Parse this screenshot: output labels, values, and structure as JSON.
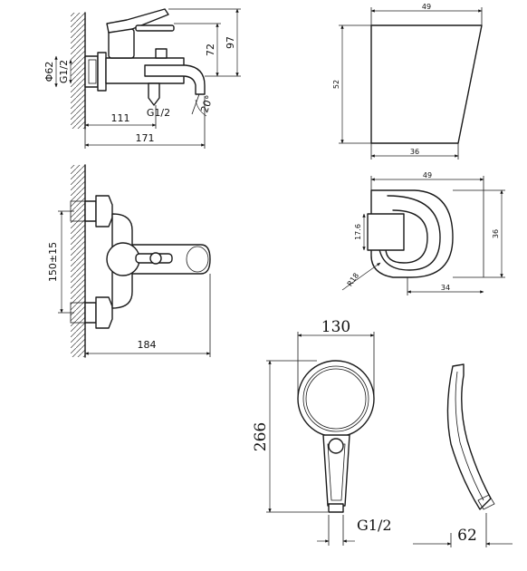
{
  "side_view": {
    "dims": {
      "d62": "Φ62",
      "inlet": "G1/2",
      "outlet": "G1/2",
      "h72": "72",
      "h97": "97",
      "w111": "111",
      "w171": "171",
      "angle": "20°"
    }
  },
  "front_view": {
    "dims": {
      "centers": "150±15",
      "w184": "184"
    }
  },
  "holder_side": {
    "dims": {
      "top": "49",
      "height": "52",
      "bottom": "36"
    }
  },
  "holder_top": {
    "dims": {
      "width": "49",
      "inner": "17.6",
      "height": "36",
      "bottom": "34",
      "radius": "R18"
    }
  },
  "hand_shower": {
    "dims": {
      "width": "130",
      "length": "266",
      "thread": "G1/2",
      "depth": "62"
    }
  }
}
